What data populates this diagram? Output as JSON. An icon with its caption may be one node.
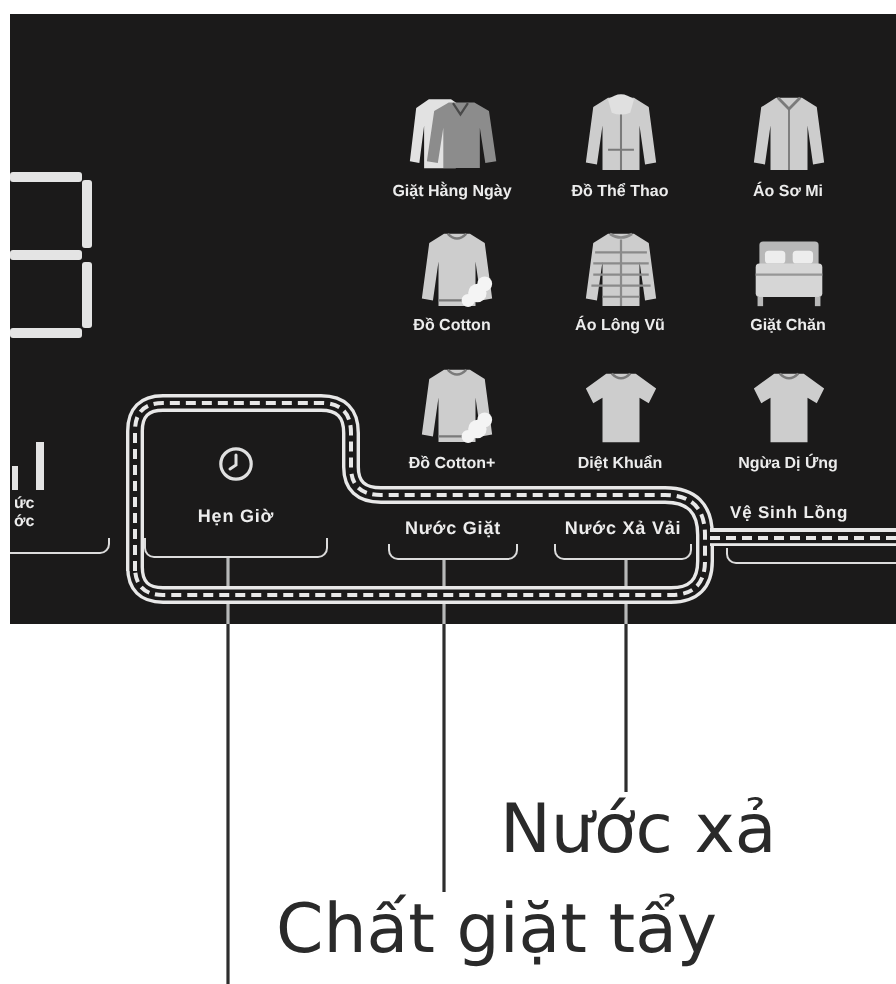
{
  "diagram": {
    "nodes": [
      {
        "text": [],
        "shape": "box"
      },
      {
        "text": [
          "Hẹn Giờ"
        ],
        "in": 0
      },
      {
        "text": [
          "Nước Giặt"
        ],
        "in": 0
      },
      {
        "text": [
          "Nước Xả Vải"
        ],
        "in": 0
      },
      {
        "text": [
          "Nước xả"
        ]
      },
      {
        "text": [
          "Chất giặt tẩy"
        ]
      }
    ],
    "edges": [
      {
        "from": null,
        "to": 1,
        "arrow": "none"
      },
      {
        "from": 5,
        "to": 2,
        "arrow": "none"
      },
      {
        "from": 4,
        "to": 3,
        "arrow": "none"
      }
    ],
    "labels": [
      "Giặt Hằng Ngày",
      "Đồ Thể Thao",
      "Áo Sơ Mi",
      "Đồ Cotton",
      "Áo Lông Vũ",
      "Giặt Chăn",
      "Đồ Cotton+",
      "Diệt Khuẩn",
      "Ngừa Dị Ứng",
      "ức ớc",
      "Vệ Sinh Lồng"
    ]
  }
}
